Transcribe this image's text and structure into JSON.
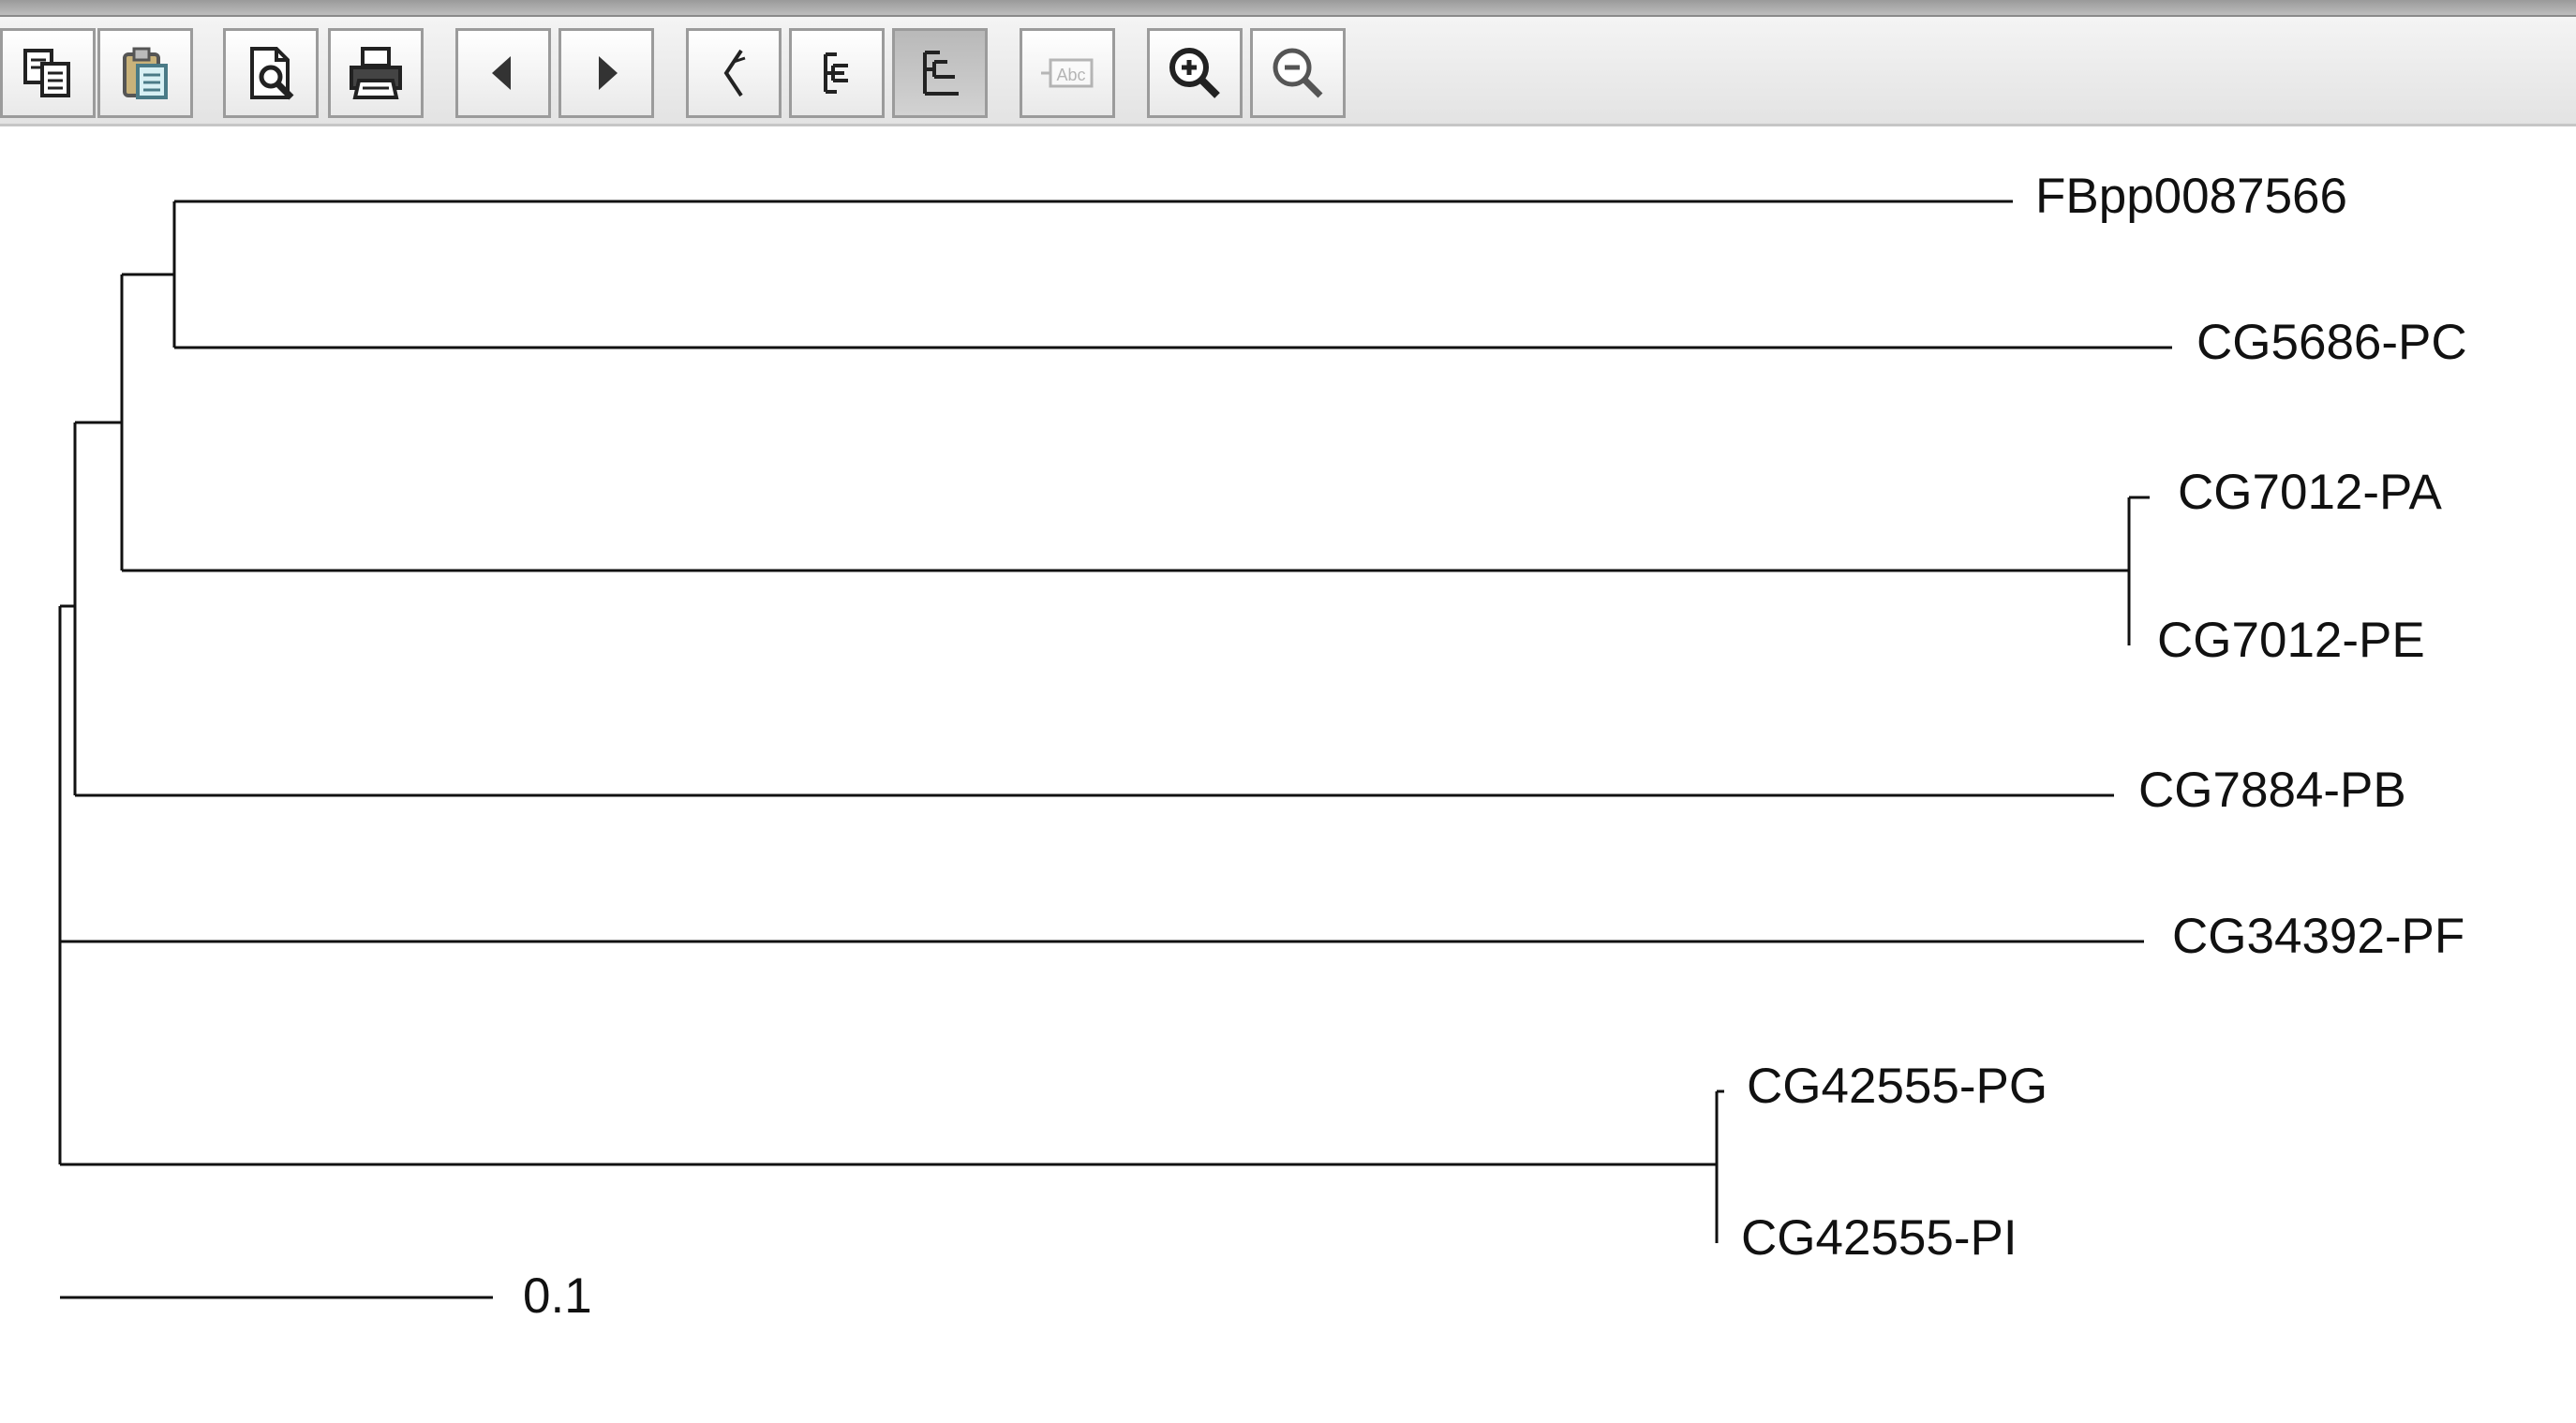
{
  "toolbar": {
    "buttons": [
      {
        "name": "copy-button",
        "icon": "copy-icon"
      },
      {
        "name": "paste-button",
        "icon": "paste-icon"
      },
      {
        "name": "print-preview-button",
        "icon": "print-preview-icon"
      },
      {
        "name": "print-button",
        "icon": "printer-icon"
      },
      {
        "name": "previous-button",
        "icon": "triangle-left-icon"
      },
      {
        "name": "next-button",
        "icon": "triangle-right-icon"
      },
      {
        "name": "radial-tree-button",
        "icon": "radial-tree-icon"
      },
      {
        "name": "slanted-tree-button",
        "icon": "slanted-tree-icon"
      },
      {
        "name": "rectangular-tree-button",
        "icon": "rectangular-tree-icon",
        "active": true
      },
      {
        "name": "label-font-button",
        "icon": "label-abc-icon",
        "disabled": true
      },
      {
        "name": "zoom-in-button",
        "icon": "zoom-in-icon"
      },
      {
        "name": "zoom-out-button",
        "icon": "zoom-out-icon"
      }
    ]
  },
  "tree": {
    "leaves": [
      "FBpp0087566",
      "CG5686-PC",
      "CG7012-PA",
      "CG7012-PE",
      "CG7884-PB",
      "CG34392-PF",
      "CG42555-PG",
      "CG42555-PI"
    ],
    "scale_bar_label": "0.1",
    "line_color": "#111111"
  }
}
